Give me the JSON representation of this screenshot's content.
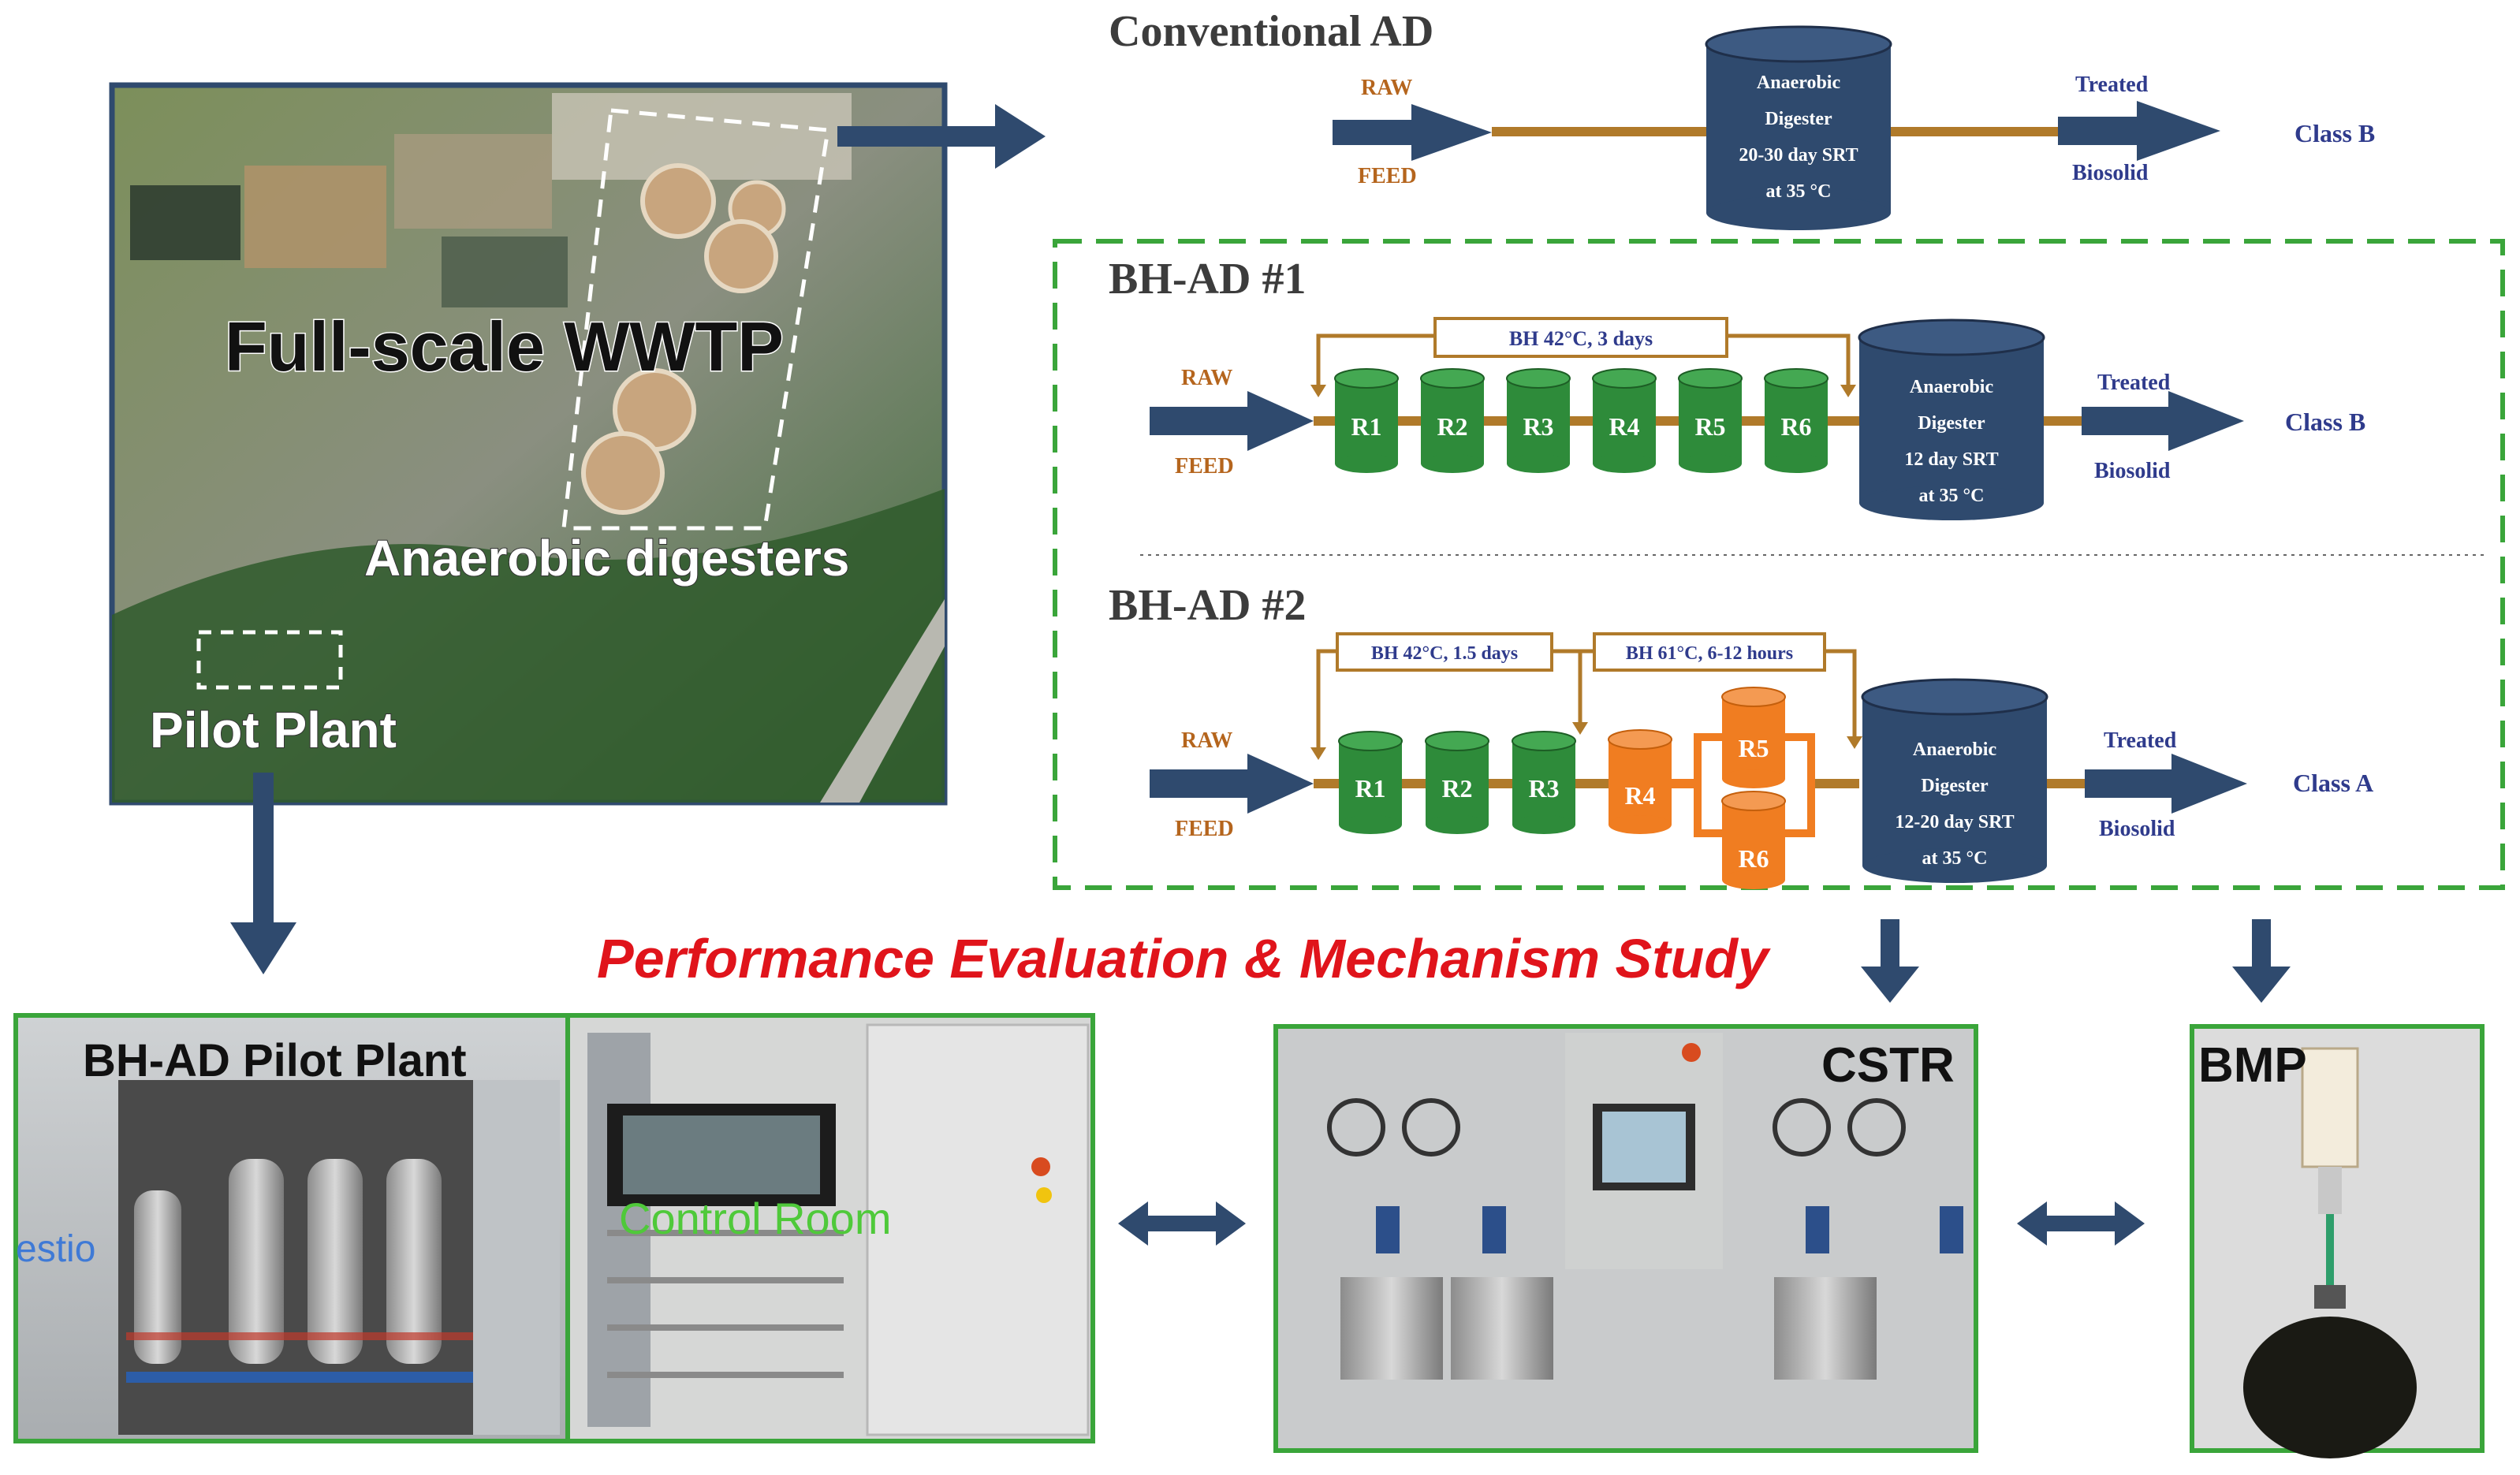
{
  "wwtp": {
    "title": "Full-scale WWTP",
    "digesters_label": "Anaerobic digesters",
    "pilot_label": "Pilot Plant"
  },
  "conventional": {
    "title": "Conventional AD",
    "raw": "RAW",
    "feed": "FEED",
    "digester": [
      "Anaerobic",
      "Digester",
      "20-30 day SRT",
      "at 35 °C"
    ],
    "treated": "Treated",
    "biosolid": "Biosolid",
    "class": "Class B"
  },
  "bhad1": {
    "title": "BH-AD #1",
    "raw": "RAW",
    "feed": "FEED",
    "bh_label": "BH 42°C, 3 days",
    "reactors": [
      "R1",
      "R2",
      "R3",
      "R4",
      "R5",
      "R6"
    ],
    "digester": [
      "Anaerobic",
      "Digester",
      "12 day SRT",
      "at 35 °C"
    ],
    "treated": "Treated",
    "biosolid": "Biosolid",
    "class": "Class B"
  },
  "bhad2": {
    "title": "BH-AD #2",
    "raw": "RAW",
    "feed": "FEED",
    "bh_label_1": "BH 42°C, 1.5 days",
    "bh_label_2": "BH 61°C, 6-12 hours",
    "reactors_green": [
      "R1",
      "R2",
      "R3"
    ],
    "reactor_r4": "R4",
    "reactor_r5": "R5",
    "reactor_r6": "R6",
    "digester": [
      "Anaerobic",
      "Digester",
      "12-20 day SRT",
      "at 35 °C"
    ],
    "treated": "Treated",
    "biosolid": "Biosolid",
    "class": "Class A"
  },
  "study_title": "Performance Evaluation & Mechanism Study",
  "photos": {
    "pilot": "BH-AD Pilot Plant",
    "pilot_side_text": "estio",
    "control": "Control Room",
    "cstr": "CSTR",
    "bmp": "BMP"
  },
  "colors": {
    "navy": "#2f4a6e",
    "pipe": "#b07a2a",
    "label_blue": "#2f3b8c",
    "label_orange": "#b5651d",
    "green_reactor": "#2e8b3a",
    "orange_reactor": "#f07d21",
    "frame_green": "#3aa53a",
    "red_title": "#e0141b"
  }
}
